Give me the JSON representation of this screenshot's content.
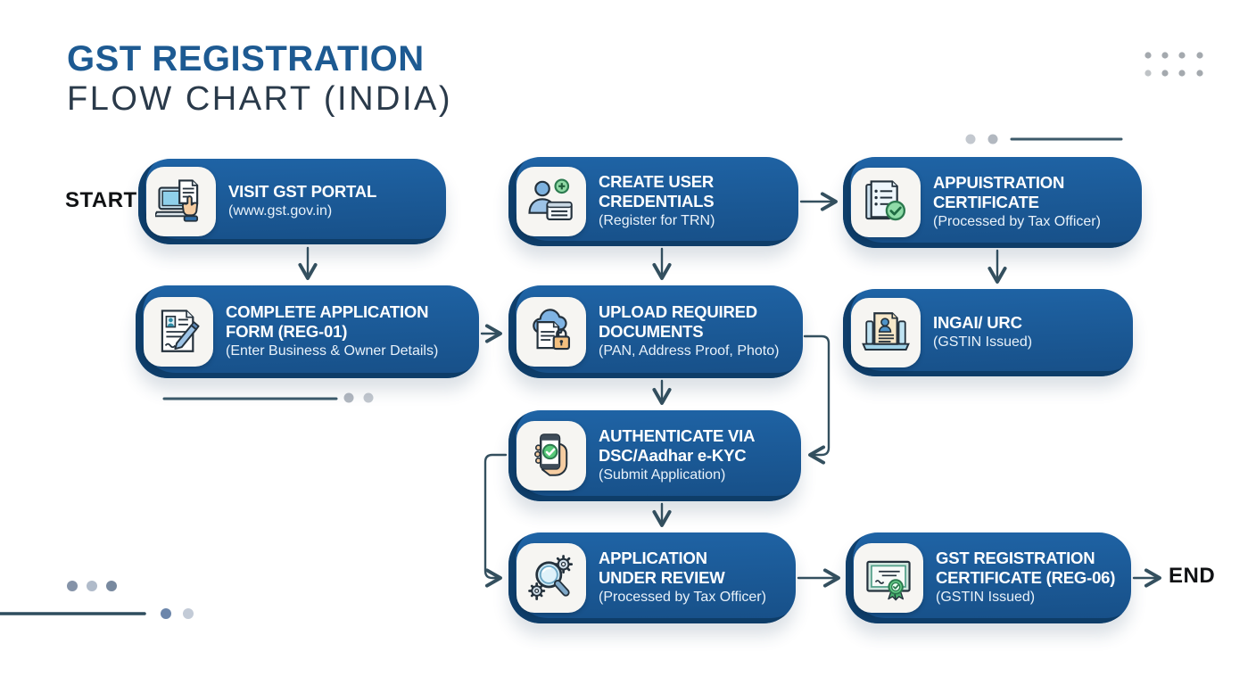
{
  "header": {
    "title_line1": "GST REGISTRATION",
    "title_line2": "FLOW CHART (INDIA)"
  },
  "flow": {
    "start_label": "START",
    "end_label": "END",
    "nodes": [
      {
        "title1": "VISIT GST PORTAL",
        "title2": "",
        "subtitle": "(www.gst.gov.in)",
        "icon": "laptop-click-icon"
      },
      {
        "title1": "CREATE USER",
        "title2": "CREDENTIALS",
        "subtitle": "(Register for TRN)",
        "icon": "user-add-card-icon"
      },
      {
        "title1": "APPUISTRATION",
        "title2": "CERTIFICATE",
        "subtitle": "(Processed by Tax Officer)",
        "icon": "checklist-check-icon"
      },
      {
        "title1": "COMPLETE APPLICATION",
        "title2": "FORM (REG-01)",
        "subtitle": "(Enter Business & Owner Details)",
        "icon": "form-pen-icon"
      },
      {
        "title1": "UPLOAD REQUIRED",
        "title2": "DOCUMENTS",
        "subtitle": "(PAN, Address Proof, Photo)",
        "icon": "cloud-document-lock-icon"
      },
      {
        "title1": "INGAI/ URC",
        "title2": "",
        "subtitle": "(GSTIN Issued)",
        "icon": "laptop-id-card-icon"
      },
      {
        "title1": "AUTHENTICATE VIA",
        "title2": "DSC/Aadhar e-KYC",
        "subtitle": "(Submit Application)",
        "icon": "phone-check-hand-icon"
      },
      {
        "title1": "APPLICATION",
        "title2": "UNDER REVIEW",
        "subtitle": "(Processed by Tax Officer)",
        "icon": "magnifier-gears-icon"
      },
      {
        "title1": "GST REGISTRATION",
        "title2": "CERTIFICATE (REG-06)",
        "subtitle": "(GSTIN Issued)",
        "icon": "certificate-ribbon-icon"
      }
    ]
  },
  "colors": {
    "node_fill": "#1a5a96",
    "node_edge": "#0d3963",
    "title_accent": "#1d5a92",
    "title_dark": "#2a3a4a",
    "connector": "#34505f",
    "canvas": "#ffffff"
  }
}
